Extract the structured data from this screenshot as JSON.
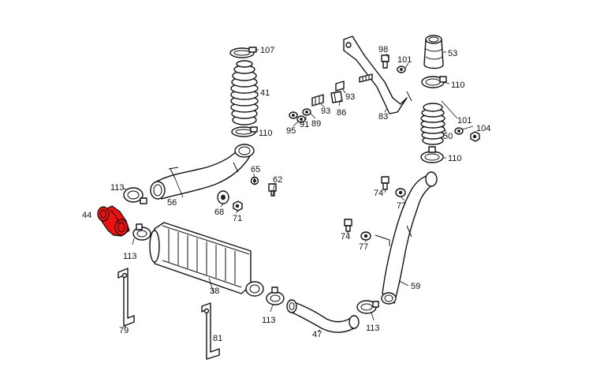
{
  "diagram": {
    "highlight_color": "#ee1111",
    "labels": {
      "p107": "107",
      "p41": "41",
      "p110a": "110",
      "p65": "65",
      "p62": "62",
      "p68": "68",
      "p71": "71",
      "p56": "56",
      "p113a": "113",
      "p44": "44",
      "p113b": "113",
      "p79": "79",
      "p38": "38",
      "p81": "81",
      "p113c": "113",
      "p47": "47",
      "p113d": "113",
      "p59": "59",
      "p74a": "74",
      "p77a": "77",
      "p74b": "74",
      "p77b": "77",
      "p98": "98",
      "p101a": "101",
      "p53": "53",
      "p110b": "110",
      "p93a": "93",
      "p93b": "93",
      "p86": "86",
      "p83": "83",
      "p95": "95",
      "p91": "91",
      "p89": "89",
      "p101b": "101",
      "p104": "104",
      "p50": "50",
      "p110c": "110"
    }
  }
}
